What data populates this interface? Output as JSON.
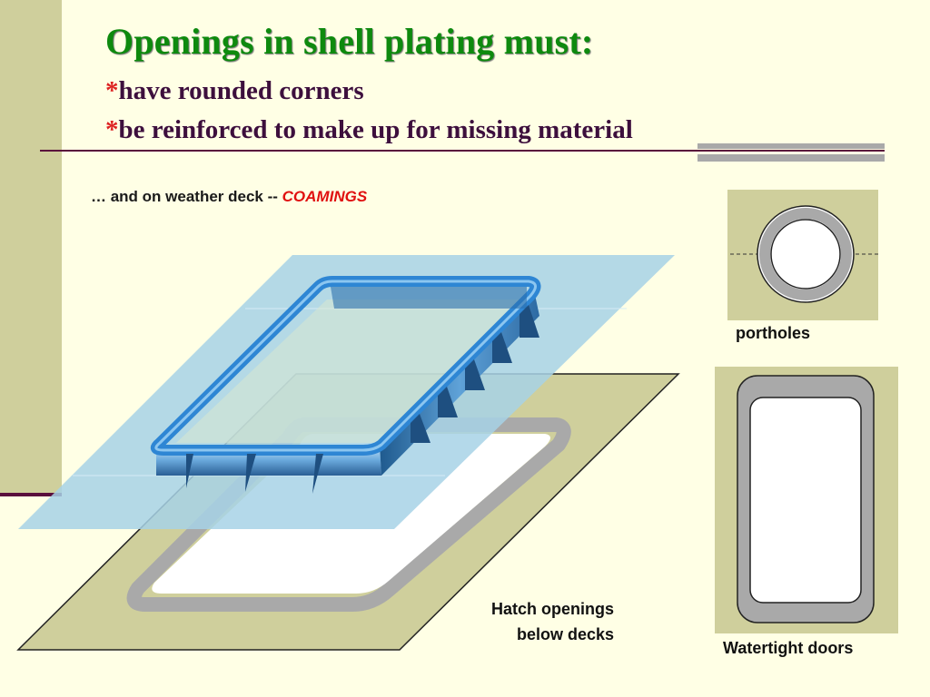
{
  "slide": {
    "title": "Openings in shell plating must:",
    "bullets": [
      {
        "star": "*",
        "text": "have rounded corners"
      },
      {
        "star": "*",
        "text": "be reinforced to make up for missing material"
      }
    ],
    "caption_prefix": "… and on weather deck -- ",
    "caption_highlight": "COAMINGS",
    "labels": {
      "portholes": "portholes",
      "watertight_doors": "Watertight doors",
      "hatch_line1": "Hatch openings",
      "hatch_line2": "below decks"
    }
  },
  "colors": {
    "background": "#FFFFE5",
    "title_green": "#0E8A0E",
    "bullet_text": "#3D0F3D",
    "accent_red": "#E01010",
    "plate_tan": "#CFCF9C",
    "deck_blue": "#A7D2E6",
    "coaming_blue": "#2E86D4",
    "opening_gray": "#A9A9A9"
  }
}
